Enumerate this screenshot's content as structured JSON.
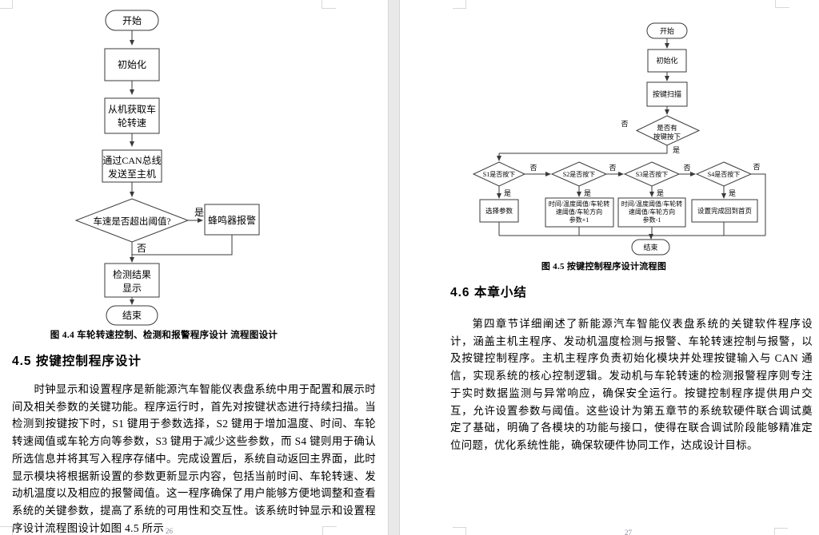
{
  "left": {
    "flow": {
      "start": "开始",
      "init": "初始化",
      "get_speed_l1": "从机获取车",
      "get_speed_l2": "轮转速",
      "can_l1": "通过CAN总线",
      "can_l2": "发送至主机",
      "decision": "车速是否超出阈值?",
      "yes": "是",
      "no": "否",
      "buzzer": "蜂鸣器报警",
      "result_l1": "检测结果",
      "result_l2": "显示",
      "end": "结束"
    },
    "caption": "图 4.4 车轮转速控制、检测和报警程序设计 流程图设计",
    "heading": "4.5 按键控制程序设计",
    "paragraph": "时钟显示和设置程序是新能源汽车智能仪表盘系统中用于配置和展示时间及相关参数的关键功能。程序运行时，首先对按键状态进行持续扫描。当检测到按键按下时，S1 键用于参数选择，S2 键用于增加温度、时间、车轮转速阈值或车轮方向等参数，S3 键用于减少这些参数，而 S4 键则用于确认所选信息并将其写入程序存储中。完成设置后，系统自动返回主界面，此时显示模块将根据新设置的参数更新显示内容，包括当前时间、车轮转速、发动机温度以及相应的报警阈值。这一程序确保了用户能够方便地调整和查看系统的关键参数，提高了系统的可用性和交互性。该系统时钟显示和设置程序设计流程图设计如图 4.5 所示",
    "page_number": "26"
  },
  "right": {
    "flow": {
      "start": "开始",
      "init": "初始化",
      "scan": "按键扫描",
      "key_decision_l1": "是否有",
      "key_decision_l2": "按键按下",
      "yes": "是",
      "no": "否",
      "s1": "S1是否按下",
      "s2": "S2是否按下",
      "s3": "S3是否按下",
      "s4": "S4是否按下",
      "s1_action": "选择参数",
      "s2_action_l1": "时间/温度阈值/车轮转",
      "s2_action_l2": "速阈值/车轮方向",
      "s2_action_l3": "参数+1",
      "s3_action_l1": "时间/温度阈值/车轮转",
      "s3_action_l2": "速阈值/车轮方向",
      "s3_action_l3": "参数-1",
      "s4_action": "设置完成回到首页",
      "end": "结束"
    },
    "caption": "图 4.5 按键控制程序设计流程图",
    "heading": "4.6  本章小结",
    "paragraph": "第四章节详细阐述了新能源汽车智能仪表盘系统的关键软件程序设计，涵盖主机主程序、发动机温度检测与报警、车轮转速控制与报警，以及按键控制程序。主机主程序负责初始化模块并处理按键输入与 CAN 通信，实现系统的核心控制逻辑。发动机与车轮转速的检测报警程序则专注于实时数据监测与异常响应，确保安全运行。按键控制程序提供用户交互，允许设置参数与阈值。这些设计为第五章节的系统软硬件联合调试奠定了基础，明确了各模块的功能与接口，使得在联合调试阶段能够精准定位问题，优化系统性能，确保软硬件协同工作，达成设计目标。",
    "page_number": "27"
  }
}
